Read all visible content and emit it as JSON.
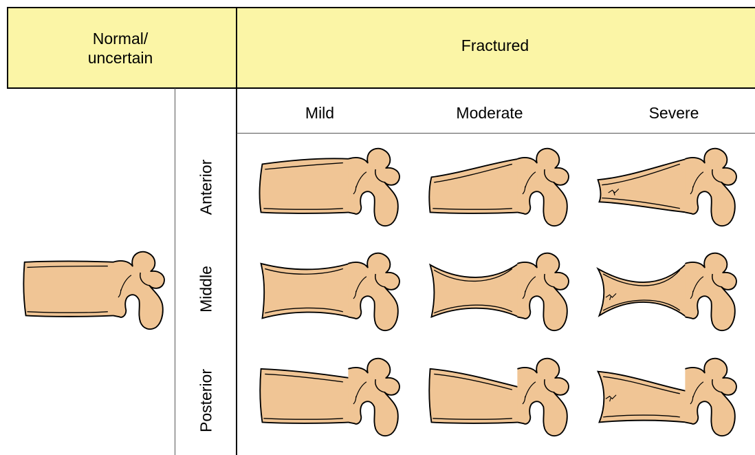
{
  "header": {
    "normal_label": "Normal/\nuncertain",
    "fractured_label": "Fractured",
    "background_color": "#fbf5a6"
  },
  "severity": [
    "Mild",
    "Moderate",
    "Severe"
  ],
  "location": [
    "Anterior",
    "Middle",
    "Posterior"
  ],
  "bone_fill": "#f0c595",
  "bone_stroke": "#000000"
}
